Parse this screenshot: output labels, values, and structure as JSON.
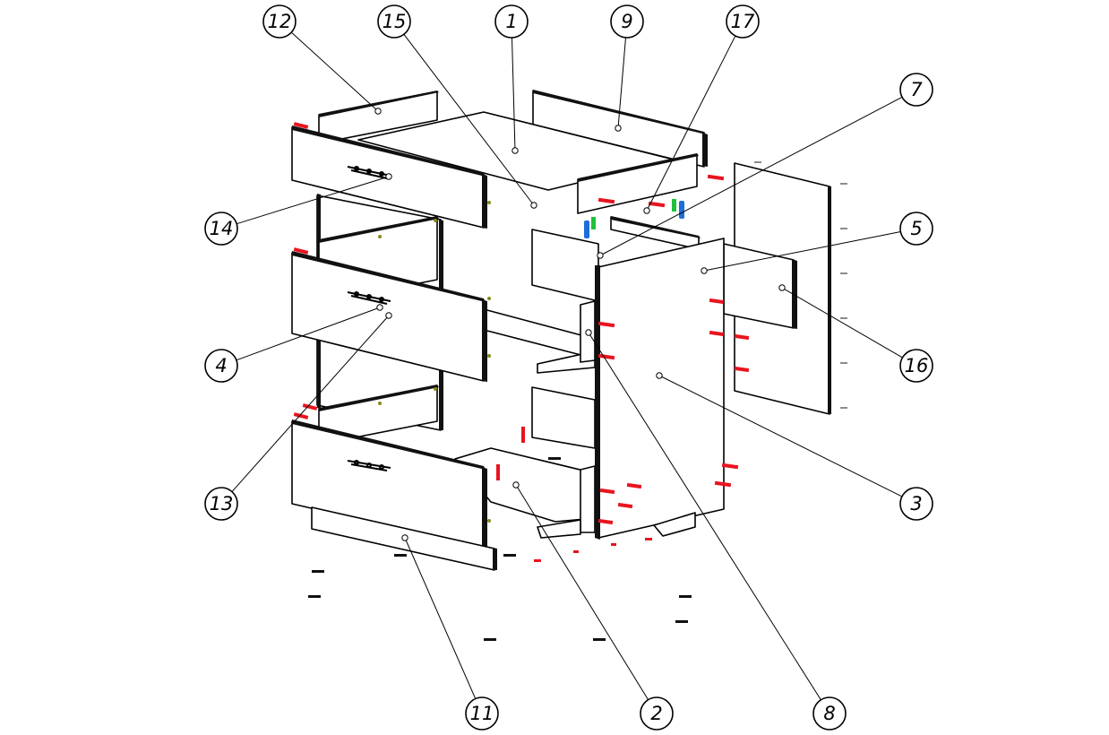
{
  "colors": {
    "line": "#000000",
    "fastener_red": "#e8141e",
    "fastener_blue": "#1a6fd8",
    "fastener_green": "#22c03a",
    "hole_olive": "#8a8a1a",
    "hardware_gray": "#8c8c8c"
  },
  "callouts": [
    {
      "label": "12"
    },
    {
      "label": "15"
    },
    {
      "label": "1"
    },
    {
      "label": "9"
    },
    {
      "label": "17"
    },
    {
      "label": "7"
    },
    {
      "label": "14"
    },
    {
      "label": "5"
    },
    {
      "label": "4"
    },
    {
      "label": "16"
    },
    {
      "label": "13"
    },
    {
      "label": "3"
    },
    {
      "label": "11"
    },
    {
      "label": "2"
    },
    {
      "label": "8"
    }
  ]
}
